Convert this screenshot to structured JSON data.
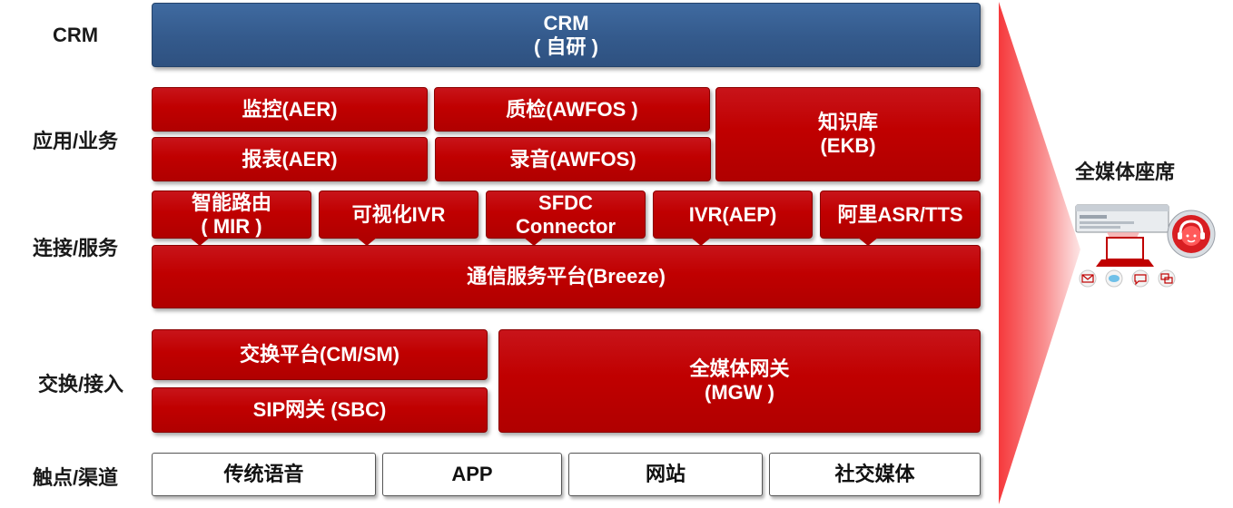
{
  "layers": {
    "crm": "CRM",
    "app": "应用/业务",
    "connect": "连接/服务",
    "switch": "交换/接入",
    "touch": "触点/渠道"
  },
  "crm_box": {
    "line1": "CRM",
    "line2": "( 自研 )"
  },
  "app_boxes": {
    "monitor": "监控(AER)",
    "qa": "质检(AWFOS )",
    "kb_line1": "知识库",
    "kb_line2": "(EKB)",
    "report": "报表(AER)",
    "record": "录音(AWFOS)"
  },
  "connect_boxes": {
    "mir_line1": "智能路由",
    "mir_line2": "( MIR )",
    "vivr": "可视化IVR",
    "sfdc_line1": "SFDC",
    "sfdc_line2": "Connector",
    "ivr": "IVR(AEP)",
    "asr": "阿里ASR/TTS",
    "breeze": "通信服务平台(Breeze)"
  },
  "switch_boxes": {
    "cm": "交换平台(CM/SM)",
    "sbc": "SIP网关 (SBC)",
    "mgw_line1": "全媒体网关",
    "mgw_line2": "(MGW )"
  },
  "channels": [
    "传统语音",
    "APP",
    "网站",
    "社交媒体"
  ],
  "right": {
    "title": "全媒体座席"
  },
  "colors": {
    "red": "#c00000",
    "blue": "#345a8c",
    "arrow": "#f24a4a"
  },
  "icons": [
    "agent-computer-icon",
    "agent-headset-icon",
    "email-icon",
    "chat-icon",
    "message-icon",
    "screen-share-icon"
  ]
}
